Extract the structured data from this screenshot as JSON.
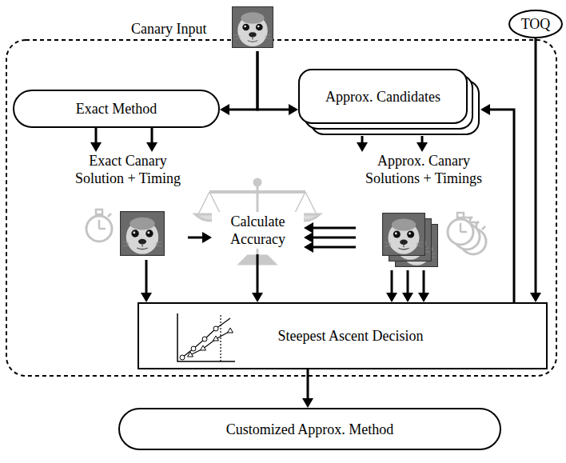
{
  "diagram": {
    "nodes": [
      {
        "text": [
          "Canary Input"
        ]
      },
      {
        "text": [
          "TOQ"
        ]
      },
      {
        "text": [
          "Exact Method"
        ]
      },
      {
        "text": [
          "Approx. Candidates"
        ]
      },
      {
        "text": [
          "Exact Canary Solution + Timing"
        ]
      },
      {
        "text": [
          "Calculate Accuracy"
        ]
      },
      {
        "text": [
          "Approx. Canary Solutions + Timings"
        ]
      },
      {
        "text": [
          "Steepest Ascent Decision"
        ]
      },
      {
        "text": [
          "Customized Approx. Method"
        ]
      }
    ],
    "edges": [
      {
        "from": 0,
        "to": 2,
        "arrow": "to"
      },
      {
        "from": 0,
        "to": 3,
        "arrow": "to"
      },
      {
        "from": 1,
        "to": 7,
        "arrow": "to"
      },
      {
        "from": 2,
        "to": 4,
        "arrow": "to"
      },
      {
        "from": 2,
        "to": 4,
        "arrow": "to"
      },
      {
        "from": 3,
        "to": 6,
        "arrow": "to"
      },
      {
        "from": 3,
        "to": 6,
        "arrow": "to"
      },
      {
        "from": 4,
        "to": 5,
        "arrow": "to"
      },
      {
        "from": 6,
        "to": 5,
        "arrow": "to"
      },
      {
        "from": 6,
        "to": 5,
        "arrow": "to"
      },
      {
        "from": 6,
        "to": 5,
        "arrow": "to"
      },
      {
        "from": 4,
        "to": 7,
        "arrow": "to"
      },
      {
        "from": 5,
        "to": 7,
        "arrow": "to"
      },
      {
        "from": 6,
        "to": 7,
        "arrow": "to"
      },
      {
        "from": 6,
        "to": 7,
        "arrow": "to"
      },
      {
        "from": 6,
        "to": 7,
        "arrow": "to"
      },
      {
        "from": 7,
        "to": 3,
        "arrow": "to"
      },
      {
        "from": 7,
        "to": 8,
        "arrow": "to"
      }
    ]
  }
}
